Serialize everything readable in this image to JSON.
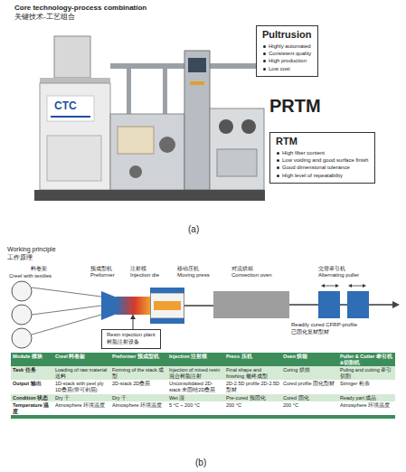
{
  "diagram": {
    "nodes": [
      {
        "text": [
          "Pultrusion",
          "Highly automated",
          "Consistent quality",
          "High production",
          "Low cost"
        ]
      },
      {
        "text": [
          "RTM",
          "High fiber content",
          "Low voiding and good surface finish",
          "Good dimensional tolerance",
          "High level of repeatability"
        ]
      },
      {
        "text": [
          "预成型机",
          "Preformer"
        ]
      },
      {
        "text": [
          "注射模",
          "Injection die"
        ]
      },
      {
        "text": [
          "移动压机",
          "Moving press"
        ]
      },
      {
        "text": [
          "对流烘箱",
          "Convection oven"
        ]
      },
      {
        "text": [
          "交替牵引机",
          "Alternating puller"
        ]
      },
      {
        "text": [
          "Resin injection plant",
          "树脂注射设备"
        ]
      }
    ],
    "edges": [
      {
        "from": 7,
        "to": 3,
        "arrow": "to"
      },
      {
        "from": 5,
        "to": 6,
        "arrow": "none"
      }
    ],
    "labels": [
      "Core technology-process combination",
      "关键技术-工艺组合",
      "CTC",
      "PRTM",
      "(a)",
      "Working principle",
      "工作原理",
      "料卷架",
      "Creel with textiles",
      "Readily cured CFRP-profile",
      "已固化复材型材",
      "(b)",
      "Module 模块",
      "Creel 料卷架",
      "Preformer 预成型机",
      "Injection 注射模",
      "Press 压机",
      "Oven 烘箱",
      "Puller & Cutter 牵引机&切割机",
      "Task 任务",
      "Loading of raw material 送料",
      "Forming of the stack 成型",
      "Injection of mixed resin 混合树脂注射",
      "Final shape and finishing 最终成型",
      "Curing 烘焙",
      "Puling and cutting 牵引切割",
      "Output 输出",
      "1D-stack with peel ply 1D叠层(带可剥层)",
      "2D-stack 2D叠层",
      "Unconsolidated 2D-stack 未固结2D叠层",
      "2D-2.5D profile 2D-2.5D型材",
      "Cured profile 固化型材",
      "Stringer 桁条",
      "Condition 状态",
      "Dry 干",
      "Dry 干",
      "Wet 湿",
      "Pre-cured 预固化",
      "Cured 固化",
      "Ready part 成品",
      "Temperature 温度",
      "Atmosphere 环境温度",
      "Atmosphere 环境温度",
      "5 °C ~ 200 °C",
      "200 °C",
      "200 °C",
      "Atmosphere 环境温度"
    ]
  }
}
